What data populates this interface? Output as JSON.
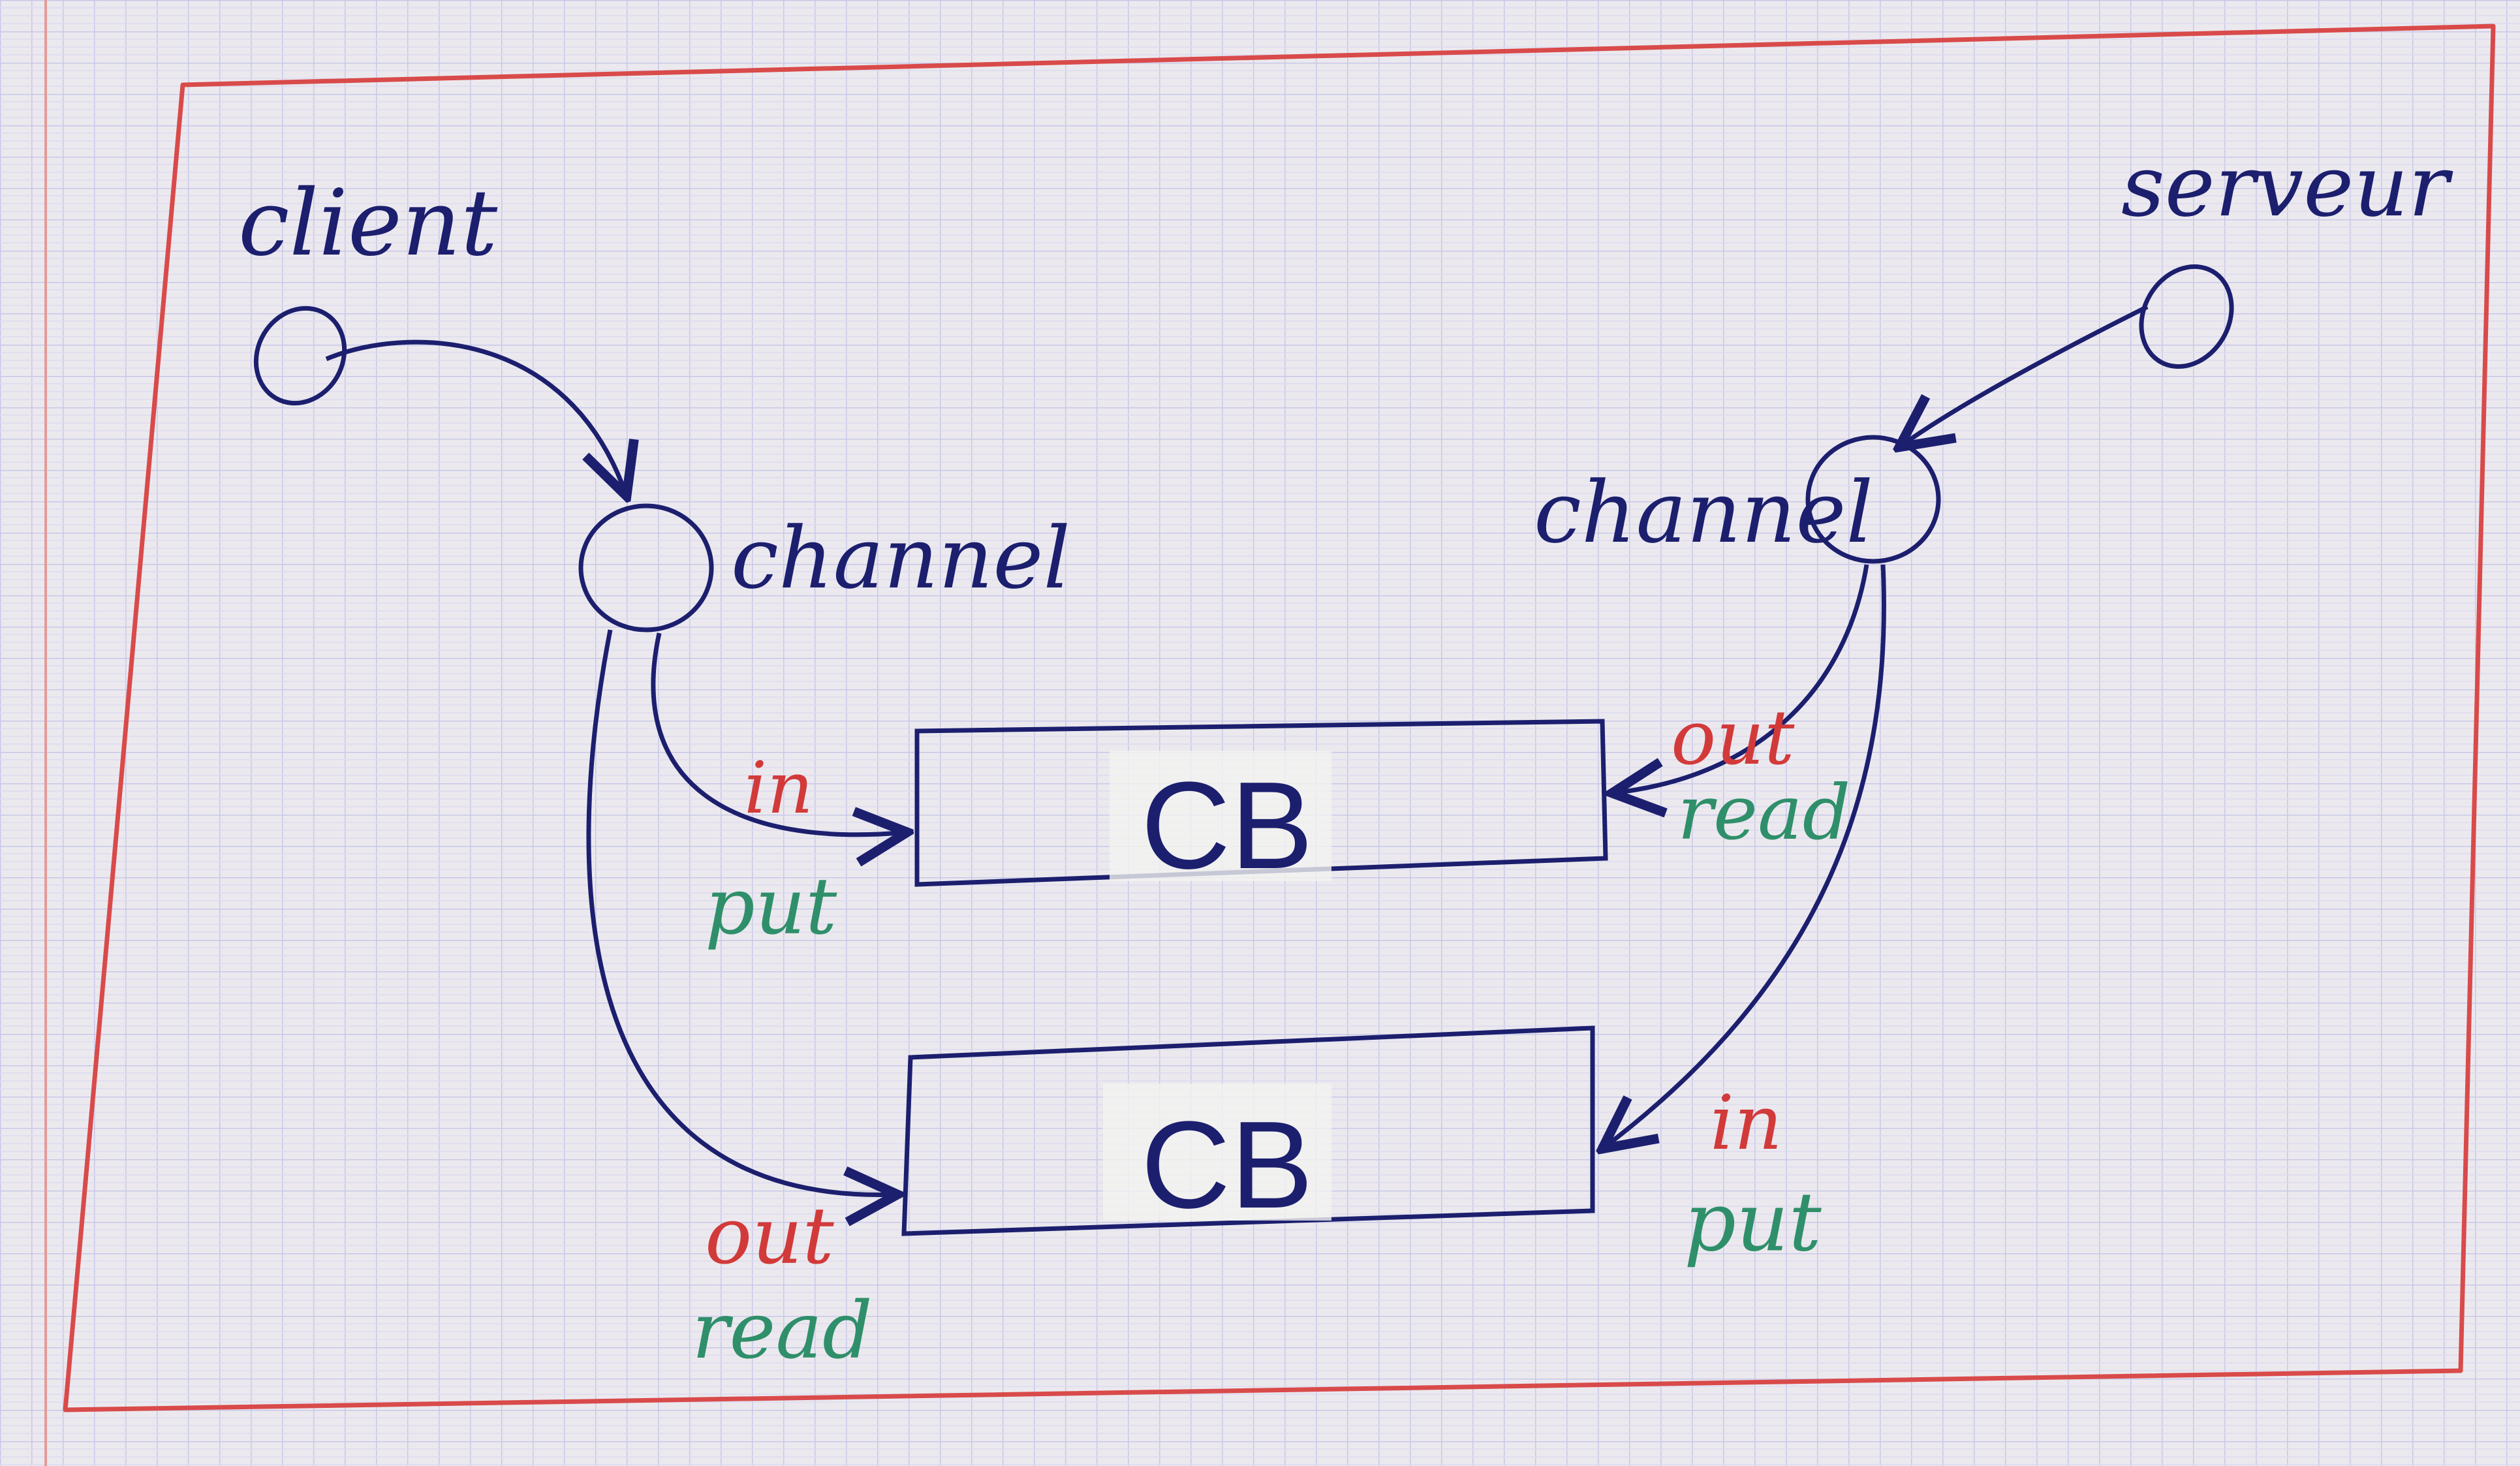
{
  "labels": {
    "client": "client",
    "serveur": "serveur",
    "channel_left": "channel",
    "channel_right": "channel",
    "cb_top": "CB",
    "cb_bottom": "CB",
    "left_in": "in",
    "left_put": "put",
    "left_out": "out",
    "left_read": "read",
    "right_out": "out",
    "right_read": "read",
    "right_in": "in",
    "right_put": "put"
  },
  "colors": {
    "paper": "#ebe9ee",
    "grid_line": "#b9b9e3",
    "frame": "#d94a4a",
    "ink_blue": "#1c1f6e",
    "ink_red": "#d23a3a",
    "ink_green": "#2f8f6a"
  }
}
